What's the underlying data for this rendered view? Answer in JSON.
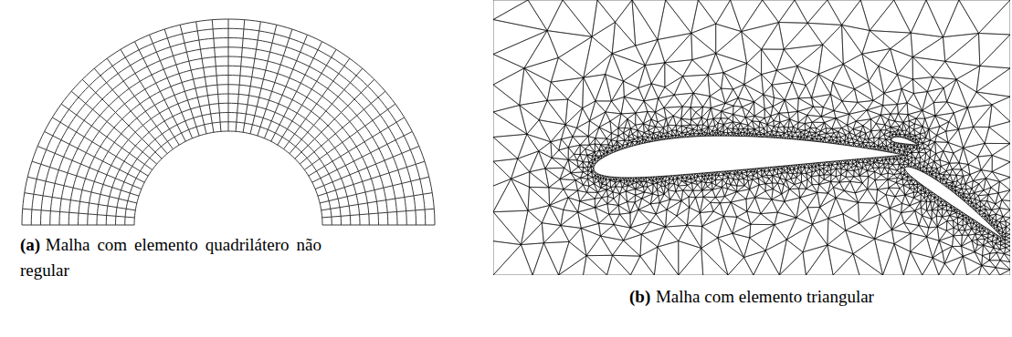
{
  "diagram": {
    "labels": [
      "(a)",
      "Malha com elemento quadrilátero não regular",
      "(b)",
      "Malha com elemento triangular"
    ]
  }
}
